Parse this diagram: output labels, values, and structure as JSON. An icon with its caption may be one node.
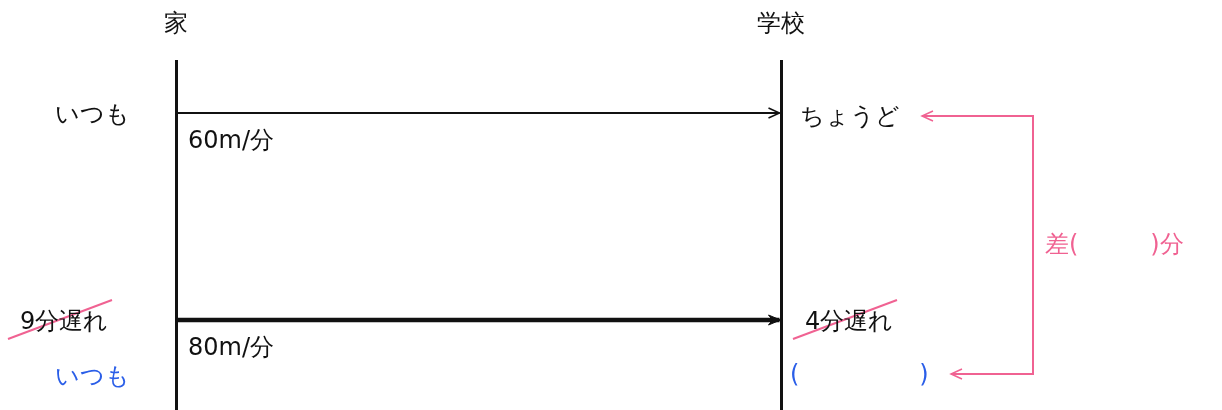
{
  "diagram": {
    "nodes": [
      {
        "text": [
          "家"
        ]
      },
      {
        "text": [
          "学校"
        ]
      },
      {
        "text": [
          "ちょうど"
        ]
      },
      {
        "text": [
          "(　　　　　)"
        ]
      },
      {
        "text": [
          "差(　　　)分"
        ]
      }
    ],
    "edges": [
      {
        "from": 0,
        "to": 1,
        "arrow": "to",
        "label": "60m/分"
      },
      {
        "from": 0,
        "to": 1,
        "arrow": "to",
        "label": "80m/分",
        "style": "thick"
      },
      {
        "from": 4,
        "to": 2,
        "arrow": "to",
        "color": "#f06292"
      },
      {
        "from": 4,
        "to": 3,
        "arrow": "to",
        "color": "#f06292"
      }
    ],
    "labels": [
      "いつも",
      "9分遅れ",
      "4分遅れ",
      "いつも"
    ]
  }
}
